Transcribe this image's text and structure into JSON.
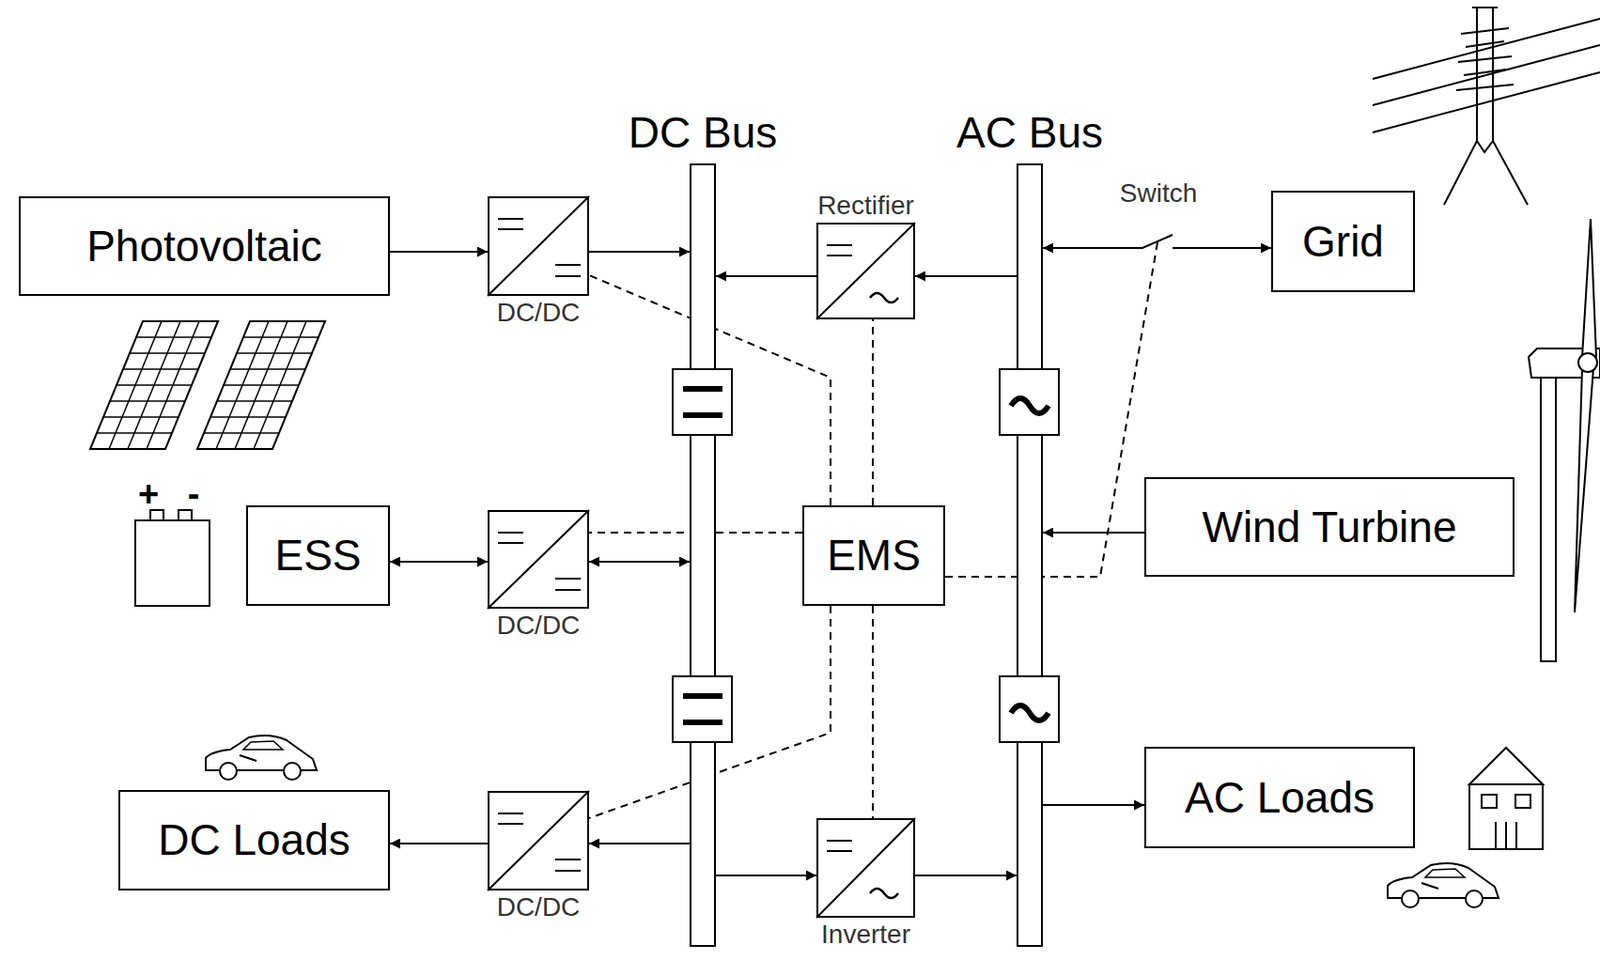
{
  "diagram": {
    "nodes": [
      {
        "text": [
          "Photovoltaic"
        ]
      },
      {
        "text": [
          "DC/DC"
        ]
      },
      {
        "text": [
          "DC Bus"
        ]
      },
      {
        "text": [
          "Rectifier"
        ]
      },
      {
        "text": [
          "AC Bus"
        ]
      },
      {
        "text": [
          "Grid"
        ]
      },
      {
        "text": [
          "ESS"
        ]
      },
      {
        "text": [
          "DC/DC"
        ]
      },
      {
        "text": [
          "EMS"
        ]
      },
      {
        "text": [
          "Wind Turbine"
        ]
      },
      {
        "text": [
          "DC Loads"
        ]
      },
      {
        "text": [
          "DC/DC"
        ]
      },
      {
        "text": [
          "Inverter"
        ]
      },
      {
        "text": [
          "AC Loads"
        ]
      }
    ],
    "edges": [
      {
        "from": 0,
        "to": 1,
        "arrow": "to"
      },
      {
        "from": 1,
        "to": 2,
        "arrow": "to"
      },
      {
        "from": 4,
        "to": 3,
        "arrow": "to"
      },
      {
        "from": 3,
        "to": 2,
        "arrow": "to"
      },
      {
        "from": 4,
        "to": 5,
        "label": "Switch",
        "arrow": "both"
      },
      {
        "from": 6,
        "to": 7,
        "arrow": "both"
      },
      {
        "from": 7,
        "to": 2,
        "arrow": "both"
      },
      {
        "from": 9,
        "to": 4,
        "arrow": "to"
      },
      {
        "from": 2,
        "to": 11,
        "arrow": "to"
      },
      {
        "from": 11,
        "to": 10,
        "arrow": "to"
      },
      {
        "from": 2,
        "to": 12,
        "arrow": "to"
      },
      {
        "from": 12,
        "to": 4,
        "arrow": "to"
      },
      {
        "from": 4,
        "to": 13,
        "arrow": "to"
      },
      {
        "from": 8,
        "to": 1,
        "arrow": "none"
      },
      {
        "from": 8,
        "to": 3,
        "arrow": "none"
      },
      {
        "from": 8,
        "to": 7,
        "arrow": "none"
      },
      {
        "from": 8,
        "to": 11,
        "arrow": "none"
      },
      {
        "from": 8,
        "to": 12,
        "arrow": "none"
      }
    ],
    "labels": [
      "+",
      "-"
    ]
  }
}
